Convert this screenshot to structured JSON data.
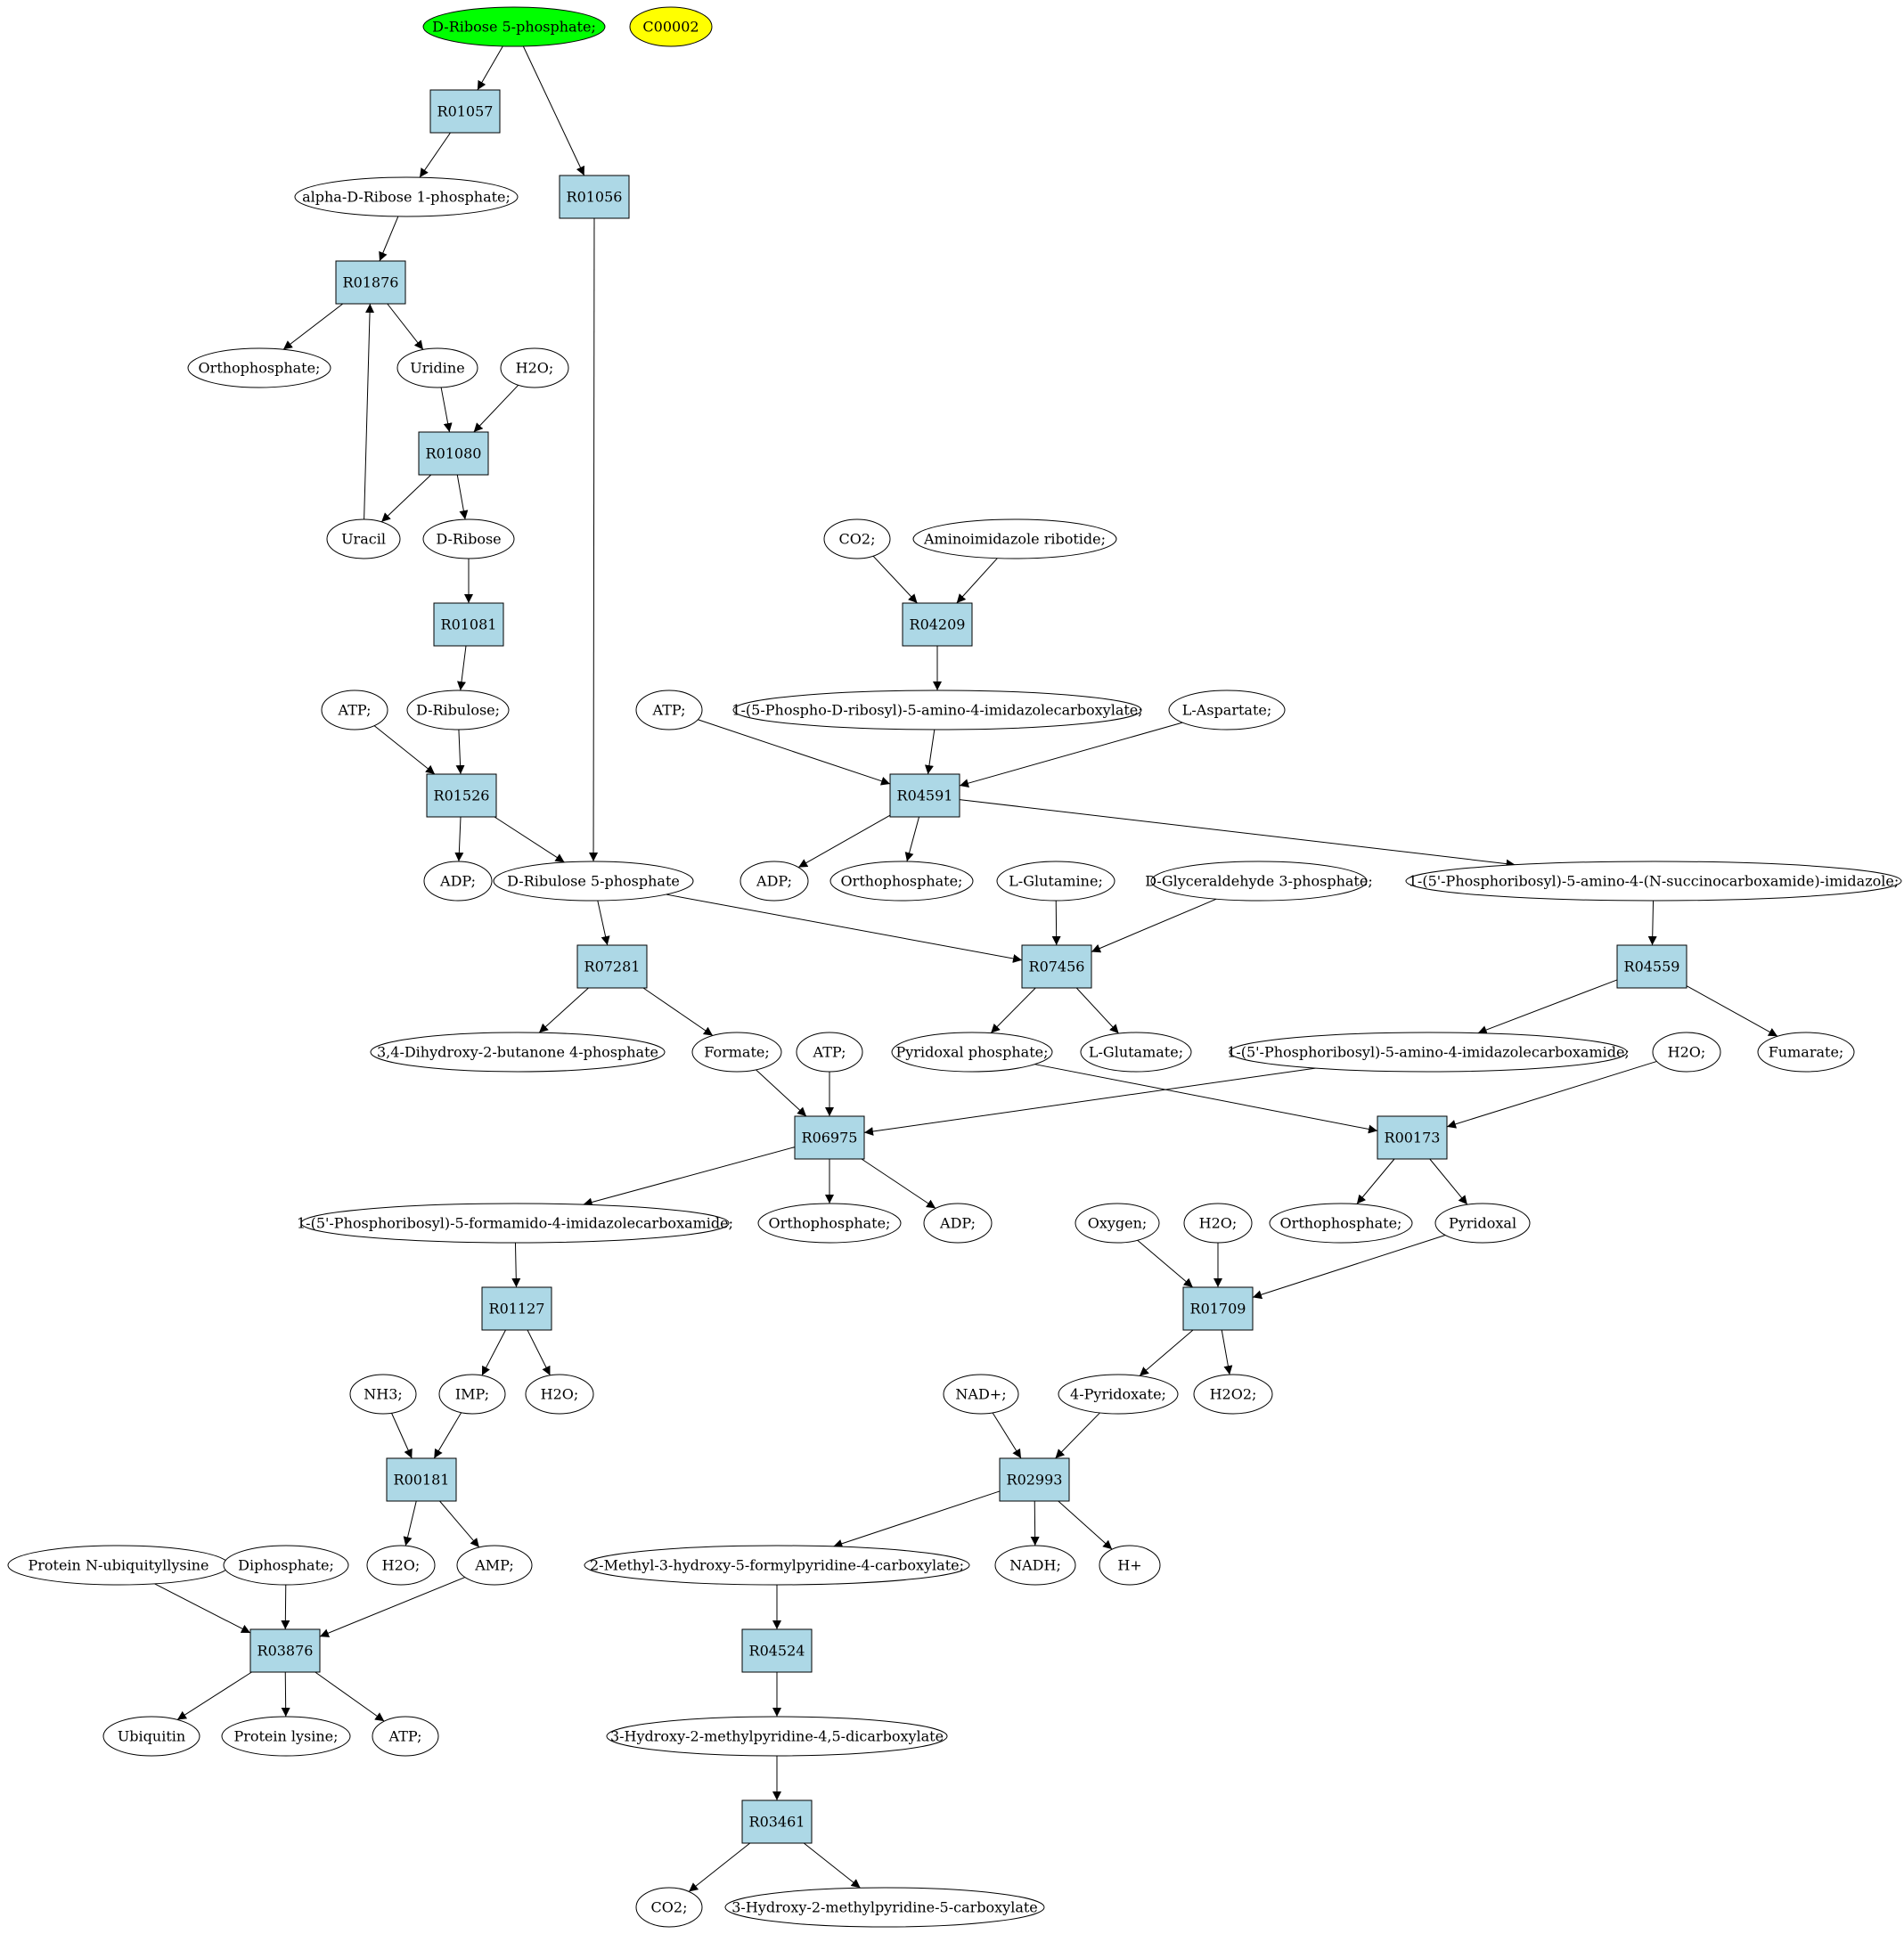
{
  "colors": {
    "reaction_fill": "#add8e6",
    "start_fill": "#00ff00",
    "highlight_fill": "#ffff00",
    "metabolite_fill": "#ffffff",
    "stroke": "#000000"
  },
  "diagram": {
    "nodes": [
      {
        "id": "ribose5p",
        "kind": "metabolite",
        "label": "D-Ribose 5-phosphate;",
        "fill": "start"
      },
      {
        "id": "c00002",
        "kind": "metabolite",
        "label": "C00002",
        "fill": "highlight"
      },
      {
        "id": "R01057",
        "kind": "reaction",
        "label": "R01057"
      },
      {
        "id": "R01056",
        "kind": "reaction",
        "label": "R01056"
      },
      {
        "id": "aribose1p",
        "kind": "metabolite",
        "label": "alpha-D-Ribose 1-phosphate;"
      },
      {
        "id": "R01876",
        "kind": "reaction",
        "label": "R01876"
      },
      {
        "id": "ortho1",
        "kind": "metabolite",
        "label": "Orthophosphate;"
      },
      {
        "id": "uridine",
        "kind": "metabolite",
        "label": "Uridine"
      },
      {
        "id": "h2o1",
        "kind": "metabolite",
        "label": "H2O;"
      },
      {
        "id": "R01080",
        "kind": "reaction",
        "label": "R01080"
      },
      {
        "id": "uracil",
        "kind": "metabolite",
        "label": "Uracil"
      },
      {
        "id": "dribose",
        "kind": "metabolite",
        "label": "D-Ribose"
      },
      {
        "id": "R01081",
        "kind": "reaction",
        "label": "R01081"
      },
      {
        "id": "dribulose",
        "kind": "metabolite",
        "label": "D-Ribulose;"
      },
      {
        "id": "atp1",
        "kind": "metabolite",
        "label": "ATP;"
      },
      {
        "id": "R01526",
        "kind": "reaction",
        "label": "R01526"
      },
      {
        "id": "adp1",
        "kind": "metabolite",
        "label": "ADP;"
      },
      {
        "id": "ribulose5p",
        "kind": "metabolite",
        "label": "D-Ribulose 5-phosphate"
      },
      {
        "id": "R07281",
        "kind": "reaction",
        "label": "R07281"
      },
      {
        "id": "dhbp",
        "kind": "metabolite",
        "label": "3,4-Dihydroxy-2-butanone 4-phosphate"
      },
      {
        "id": "formate",
        "kind": "metabolite",
        "label": "Formate;"
      },
      {
        "id": "co2a",
        "kind": "metabolite",
        "label": "CO2;"
      },
      {
        "id": "air",
        "kind": "metabolite",
        "label": "Aminoimidazole ribotide;"
      },
      {
        "id": "R04209",
        "kind": "reaction",
        "label": "R04209"
      },
      {
        "id": "cair",
        "kind": "metabolite",
        "label": "1-(5-Phospho-D-ribosyl)-5-amino-4-imidazolecarboxylate;"
      },
      {
        "id": "atp2",
        "kind": "metabolite",
        "label": "ATP;"
      },
      {
        "id": "asp",
        "kind": "metabolite",
        "label": "L-Aspartate;"
      },
      {
        "id": "R04591",
        "kind": "reaction",
        "label": "R04591"
      },
      {
        "id": "adp2",
        "kind": "metabolite",
        "label": "ADP;"
      },
      {
        "id": "ortho2",
        "kind": "metabolite",
        "label": "Orthophosphate;"
      },
      {
        "id": "saicar",
        "kind": "metabolite",
        "label": "1-(5'-Phosphoribosyl)-5-amino-4-(N-succinocarboxamide)-imidazole;"
      },
      {
        "id": "gln",
        "kind": "metabolite",
        "label": "L-Glutamine;"
      },
      {
        "id": "g3p",
        "kind": "metabolite",
        "label": "D-Glyceraldehyde 3-phosphate;"
      },
      {
        "id": "R07456",
        "kind": "reaction",
        "label": "R07456"
      },
      {
        "id": "R04559",
        "kind": "reaction",
        "label": "R04559"
      },
      {
        "id": "plp",
        "kind": "metabolite",
        "label": "Pyridoxal phosphate;"
      },
      {
        "id": "glu",
        "kind": "metabolite",
        "label": "L-Glutamate;"
      },
      {
        "id": "aicar",
        "kind": "metabolite",
        "label": "1-(5'-Phosphoribosyl)-5-amino-4-imidazolecarboxamide;"
      },
      {
        "id": "fumarate",
        "kind": "metabolite",
        "label": "Fumarate;"
      },
      {
        "id": "h2o2",
        "kind": "metabolite",
        "label": "H2O;"
      },
      {
        "id": "atp3",
        "kind": "metabolite",
        "label": "ATP;"
      },
      {
        "id": "R06975",
        "kind": "reaction",
        "label": "R06975"
      },
      {
        "id": "R00173",
        "kind": "reaction",
        "label": "R00173"
      },
      {
        "id": "faicar",
        "kind": "metabolite",
        "label": "1-(5'-Phosphoribosyl)-5-formamido-4-imidazolecarboxamide;"
      },
      {
        "id": "ortho3",
        "kind": "metabolite",
        "label": "Orthophosphate;"
      },
      {
        "id": "adp3",
        "kind": "metabolite",
        "label": "ADP;"
      },
      {
        "id": "ortho4",
        "kind": "metabolite",
        "label": "Orthophosphate;"
      },
      {
        "id": "pyridoxal",
        "kind": "metabolite",
        "label": "Pyridoxal"
      },
      {
        "id": "oxygen",
        "kind": "metabolite",
        "label": "Oxygen;"
      },
      {
        "id": "h2o3",
        "kind": "metabolite",
        "label": "H2O;"
      },
      {
        "id": "R01709",
        "kind": "reaction",
        "label": "R01709"
      },
      {
        "id": "R01127",
        "kind": "reaction",
        "label": "R01127"
      },
      {
        "id": "nh3",
        "kind": "metabolite",
        "label": "NH3;"
      },
      {
        "id": "imp",
        "kind": "metabolite",
        "label": "IMP;"
      },
      {
        "id": "h2o4",
        "kind": "metabolite",
        "label": "H2O;"
      },
      {
        "id": "nad",
        "kind": "metabolite",
        "label": "NAD+;"
      },
      {
        "id": "pyridoxate",
        "kind": "metabolite",
        "label": "4-Pyridoxate;"
      },
      {
        "id": "h2o2b",
        "kind": "metabolite",
        "label": "H2O2;"
      },
      {
        "id": "R00181",
        "kind": "reaction",
        "label": "R00181"
      },
      {
        "id": "R02993",
        "kind": "reaction",
        "label": "R02993"
      },
      {
        "id": "pnub",
        "kind": "metabolite",
        "label": "Protein N-ubiquityllysine"
      },
      {
        "id": "pp",
        "kind": "metabolite",
        "label": "Diphosphate;"
      },
      {
        "id": "h2o5",
        "kind": "metabolite",
        "label": "H2O;"
      },
      {
        "id": "amp",
        "kind": "metabolite",
        "label": "AMP;"
      },
      {
        "id": "mhfpc",
        "kind": "metabolite",
        "label": "2-Methyl-3-hydroxy-5-formylpyridine-4-carboxylate;"
      },
      {
        "id": "nadh",
        "kind": "metabolite",
        "label": "NADH;"
      },
      {
        "id": "hplus",
        "kind": "metabolite",
        "label": "H+"
      },
      {
        "id": "R03876",
        "kind": "reaction",
        "label": "R03876"
      },
      {
        "id": "R04524",
        "kind": "reaction",
        "label": "R04524"
      },
      {
        "id": "ubiquitin",
        "kind": "metabolite",
        "label": "Ubiquitin"
      },
      {
        "id": "plys",
        "kind": "metabolite",
        "label": "Protein lysine;"
      },
      {
        "id": "atp4",
        "kind": "metabolite",
        "label": "ATP;"
      },
      {
        "id": "hmpdc",
        "kind": "metabolite",
        "label": "3-Hydroxy-2-methylpyridine-4,5-dicarboxylate"
      },
      {
        "id": "R03461",
        "kind": "reaction",
        "label": "R03461"
      },
      {
        "id": "co2b",
        "kind": "metabolite",
        "label": "CO2;"
      },
      {
        "id": "hmpc",
        "kind": "metabolite",
        "label": "3-Hydroxy-2-methylpyridine-5-carboxylate"
      }
    ],
    "edges": [
      [
        "ribose5p",
        "R01057"
      ],
      [
        "ribose5p",
        "R01056"
      ],
      [
        "R01057",
        "aribose1p"
      ],
      [
        "aribose1p",
        "R01876"
      ],
      [
        "R01876",
        "ortho1"
      ],
      [
        "R01876",
        "uridine"
      ],
      [
        "uridine",
        "R01080"
      ],
      [
        "h2o1",
        "R01080"
      ],
      [
        "R01080",
        "uracil"
      ],
      [
        "R01080",
        "dribose"
      ],
      [
        "uracil",
        "R01876"
      ],
      [
        "dribose",
        "R01081"
      ],
      [
        "R01081",
        "dribulose"
      ],
      [
        "dribulose",
        "R01526"
      ],
      [
        "atp1",
        "R01526"
      ],
      [
        "R01526",
        "adp1"
      ],
      [
        "R01526",
        "ribulose5p"
      ],
      [
        "R01056",
        "ribulose5p"
      ],
      [
        "ribulose5p",
        "R07281"
      ],
      [
        "ribulose5p",
        "R07456"
      ],
      [
        "R07281",
        "dhbp"
      ],
      [
        "R07281",
        "formate"
      ],
      [
        "co2a",
        "R04209"
      ],
      [
        "air",
        "R04209"
      ],
      [
        "R04209",
        "cair"
      ],
      [
        "cair",
        "R04591"
      ],
      [
        "atp2",
        "R04591"
      ],
      [
        "asp",
        "R04591"
      ],
      [
        "R04591",
        "adp2"
      ],
      [
        "R04591",
        "ortho2"
      ],
      [
        "R04591",
        "saicar"
      ],
      [
        "gln",
        "R07456"
      ],
      [
        "g3p",
        "R07456"
      ],
      [
        "R07456",
        "plp"
      ],
      [
        "R07456",
        "glu"
      ],
      [
        "saicar",
        "R04559"
      ],
      [
        "R04559",
        "aicar"
      ],
      [
        "R04559",
        "fumarate"
      ],
      [
        "formate",
        "R06975"
      ],
      [
        "atp3",
        "R06975"
      ],
      [
        "aicar",
        "R06975"
      ],
      [
        "R06975",
        "faicar"
      ],
      [
        "R06975",
        "ortho3"
      ],
      [
        "R06975",
        "adp3"
      ],
      [
        "plp",
        "R00173"
      ],
      [
        "h2o2",
        "R00173"
      ],
      [
        "R00173",
        "ortho4"
      ],
      [
        "R00173",
        "pyridoxal"
      ],
      [
        "oxygen",
        "R01709"
      ],
      [
        "h2o3",
        "R01709"
      ],
      [
        "pyridoxal",
        "R01709"
      ],
      [
        "R01709",
        "pyridoxate"
      ],
      [
        "R01709",
        "h2o2b"
      ],
      [
        "faicar",
        "R01127"
      ],
      [
        "R01127",
        "imp"
      ],
      [
        "R01127",
        "h2o4"
      ],
      [
        "nh3",
        "R00181"
      ],
      [
        "imp",
        "R00181"
      ],
      [
        "R00181",
        "h2o5"
      ],
      [
        "R00181",
        "amp"
      ],
      [
        "nad",
        "R02993"
      ],
      [
        "pyridoxate",
        "R02993"
      ],
      [
        "R02993",
        "mhfpc"
      ],
      [
        "R02993",
        "nadh"
      ],
      [
        "R02993",
        "hplus"
      ],
      [
        "pnub",
        "R03876"
      ],
      [
        "pp",
        "R03876"
      ],
      [
        "amp",
        "R03876"
      ],
      [
        "R03876",
        "ubiquitin"
      ],
      [
        "R03876",
        "plys"
      ],
      [
        "R03876",
        "atp4"
      ],
      [
        "mhfpc",
        "R04524"
      ],
      [
        "R04524",
        "hmpdc"
      ],
      [
        "hmpdc",
        "R03461"
      ],
      [
        "R03461",
        "co2b"
      ],
      [
        "R03461",
        "hmpc"
      ]
    ]
  }
}
